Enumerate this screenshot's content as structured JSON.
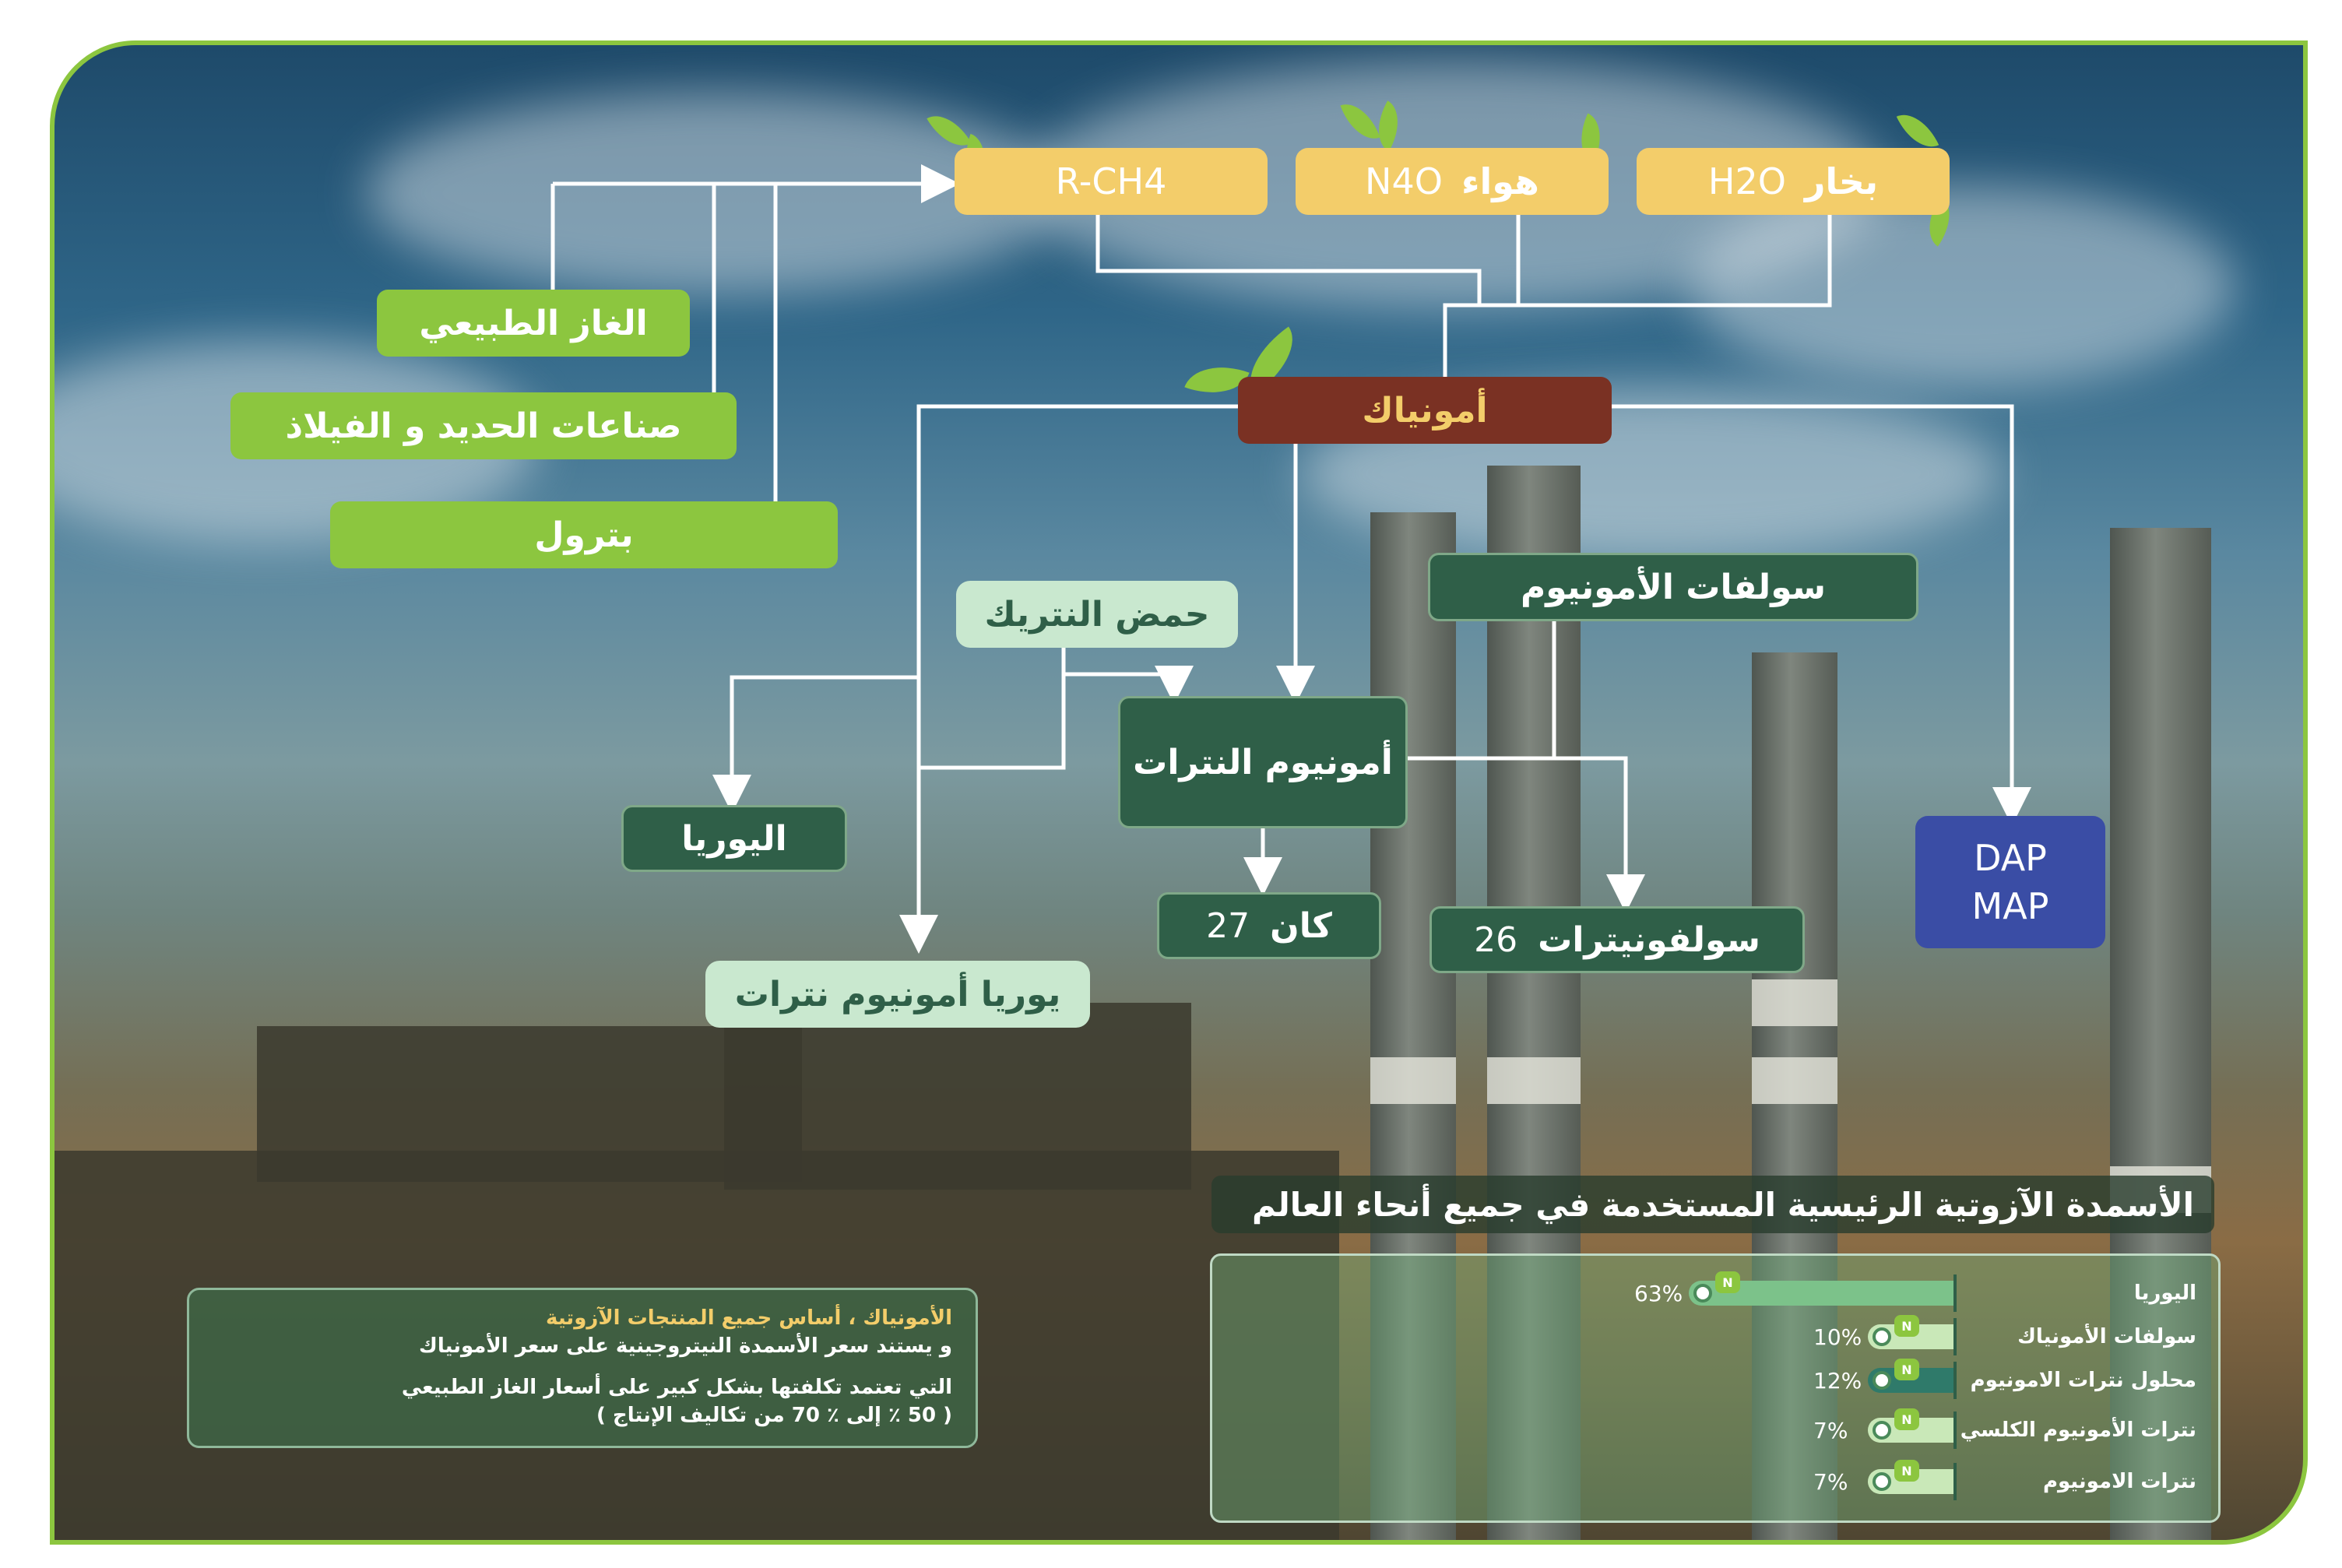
{
  "inputs": {
    "rch4": "R-CH4",
    "air": {
      "label": "هواء",
      "formula": "N4O"
    },
    "steam": {
      "label": "بخار",
      "formula": "H2O"
    }
  },
  "sources": {
    "natural_gas": "الغاز الطبيعي",
    "iron_steel": "صناعات الحديد و الفيلاذ",
    "petroleum": "بترول"
  },
  "ammonia": "أمونياك",
  "products": {
    "nitric_acid": "حمض النتريك",
    "ammonium_sulfate": "سولفات الأمونيوم",
    "ammonium_nitrate": "أمونيوم النترات",
    "urea": "اليوريا",
    "can": {
      "label": "كان",
      "value": "27"
    },
    "sulfonitrate": {
      "label": "سولفونيترات",
      "value": "26"
    },
    "urea_an": "يوريا أمونيوم نترات",
    "dap": "DAP",
    "map": "MAP"
  },
  "note": {
    "line1": "الأمونياك ، أساس جميع المنتجات الآزوتية",
    "line2": "و يستند سعر الأسمدة النيتروجينية على سعر الأمونياك",
    "line3": "التي تعتمد تكلفتها بشكل كبير على أسعار الغاز الطبيعي",
    "line4": "( 50 ٪ إلى ٪ 70 من تكاليف الإنتاج )"
  },
  "chart_data": {
    "type": "bar",
    "title": "الأسمدة الآزوتية الرئيسية المستخدمة في جميع أنحاء العالم",
    "categories": [
      "اليوريا",
      "سولفات الأمونياك",
      "محلول نترات الامونيوم",
      "نترات الأمونيوم الكلسي",
      "نترات الامونيوم"
    ],
    "values": [
      63,
      10,
      12,
      7,
      7
    ],
    "value_labels": [
      "63%",
      "10%",
      "12%",
      "7%",
      "7%"
    ],
    "unit": "%",
    "bar_colors": [
      "#7cc28a",
      "#c9e8b8",
      "#2f7a6a",
      "#c9e8b8",
      "#c9e8b8"
    ],
    "icon_text": "N"
  }
}
